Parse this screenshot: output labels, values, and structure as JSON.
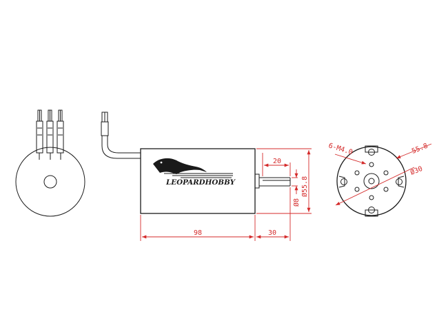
{
  "brand": {
    "name": "LEOPARDHOBBY"
  },
  "dimensions": {
    "body_length": "98",
    "shaft_length": "30",
    "flat_length": "20",
    "body_diameter": "Ø55.8",
    "shaft_diameter": "Ø8",
    "screw_spec": "6-M4.0",
    "face_outer": "55.8",
    "bolt_circle": "Ø30"
  },
  "colors": {
    "line": "#1a1a1a",
    "dimension": "#d42a2a"
  }
}
